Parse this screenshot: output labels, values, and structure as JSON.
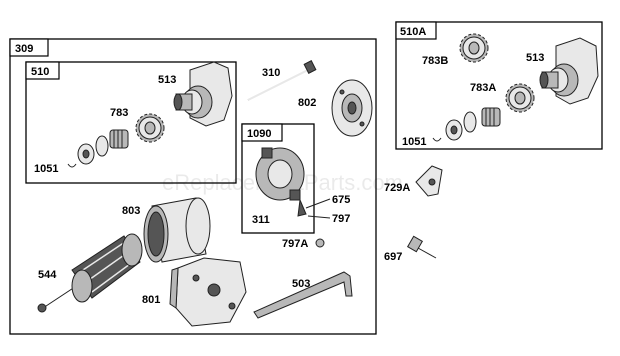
{
  "watermark": "eReplacementParts.com",
  "boxes": {
    "main": "309",
    "sub_510": "510",
    "sub_1090": "1090",
    "alt": "510A"
  },
  "labels": {
    "p513": "513",
    "p783": "783",
    "p1051": "1051",
    "p310": "310",
    "p802": "802",
    "p311": "311",
    "p675": "675",
    "p797": "797",
    "p797a": "797A",
    "p803": "803",
    "p544": "544",
    "p801": "801",
    "p503": "503",
    "p783b": "783B",
    "p513b": "513",
    "p783a": "783A",
    "p1051b": "1051",
    "p729a": "729A",
    "p697": "697"
  }
}
